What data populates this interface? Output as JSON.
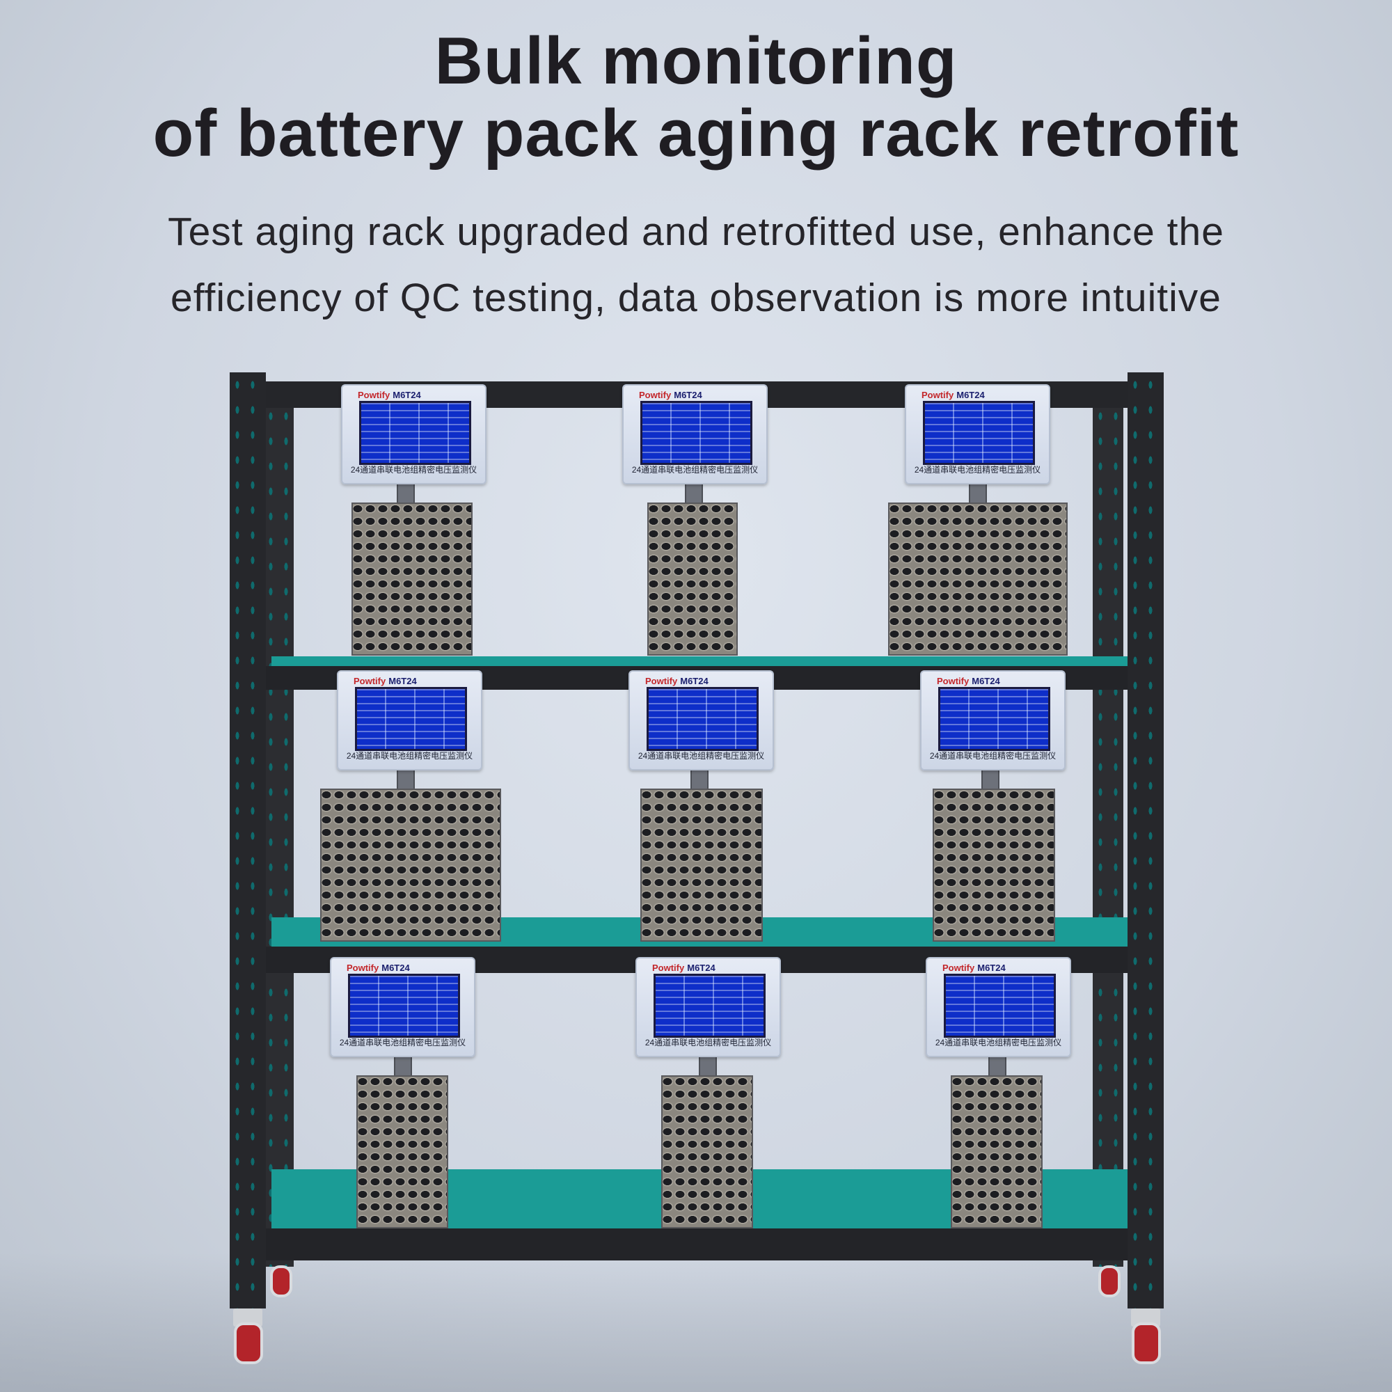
{
  "headline": {
    "line1": "Bulk monitoring",
    "line2": "of battery pack aging rack retrofit"
  },
  "subtitle": {
    "line1": "Test aging rack upgraded and retrofitted use, enhance the",
    "line2": "efficiency of QC testing, data observation is more intuitive"
  },
  "device": {
    "brand": "Powtify",
    "model": "M6T24",
    "caption_cn": "24通道串联电池组精密电压监测仪"
  },
  "colors": {
    "shelf_green": "#1b9c96",
    "frame": "#26272b",
    "screen_blue": "#0e2ec9",
    "brand_red": "#c3272b"
  }
}
